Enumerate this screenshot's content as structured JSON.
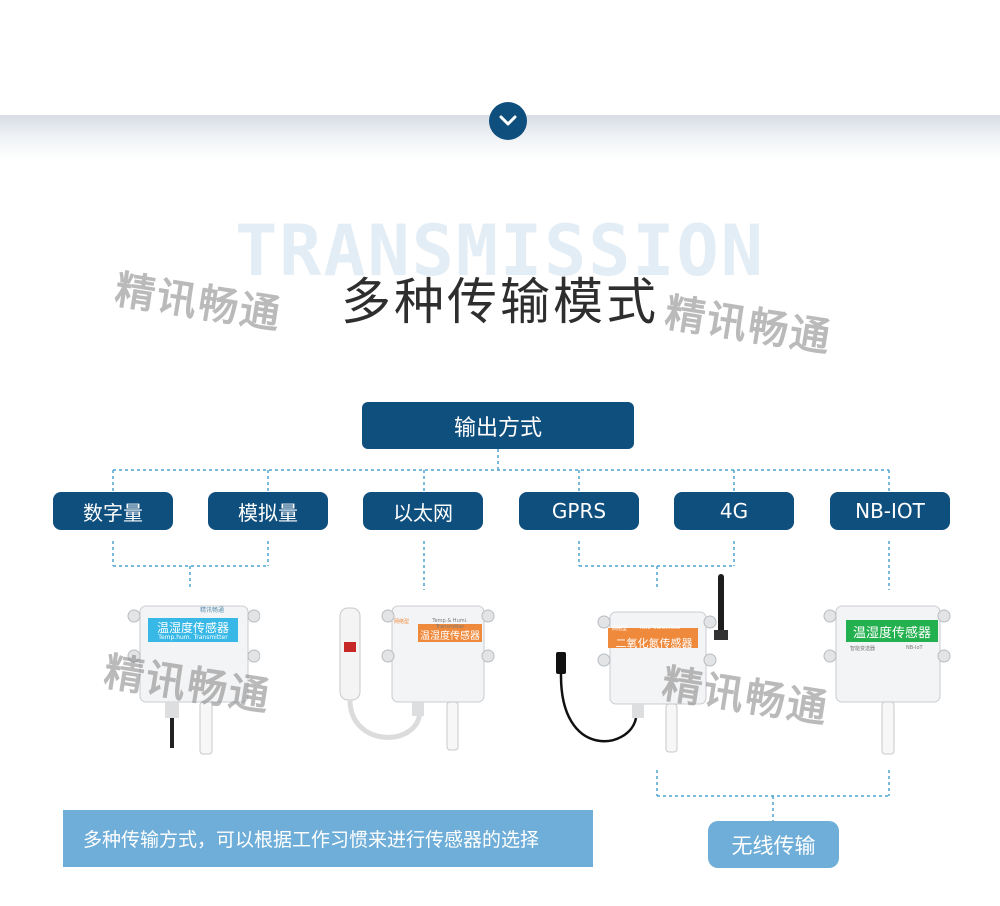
{
  "header": {
    "background_word": "TRANSMISSION",
    "title": "多种传输模式",
    "chevron_icon": "chevron-down-icon"
  },
  "watermark": "精讯畅通",
  "root_label": "输出方式",
  "methods": [
    "数字量",
    "模拟量",
    "以太网",
    "GPRS",
    "4G",
    "NB-IOT"
  ],
  "devices": [
    {
      "label": "温湿度传感器",
      "sub": "Temp.hum. Transmitter",
      "badge": "精讯畅通",
      "color": "#37b8e6"
    },
    {
      "label": "温湿度传感器",
      "sub": "Temp.& Humi. Transmitter",
      "badge": "网络型",
      "color": "#ef8a3d"
    },
    {
      "label": "二氧化氮传感器",
      "sub": "NO2 Transmitter",
      "badge": "网络型",
      "color": "#ef8a3d"
    },
    {
      "label": "温湿度传感器",
      "sub": "NB-IoT",
      "badge": "智能变送器",
      "color": "#23b04e"
    }
  ],
  "caption": "多种传输方式，可以根据工作习惯来进行传感器的选择",
  "wireless_label": "无线传输",
  "colors": {
    "navy": "#0f4f7e",
    "light_blue": "#6faed8",
    "dashed": "#4fa3cf"
  }
}
